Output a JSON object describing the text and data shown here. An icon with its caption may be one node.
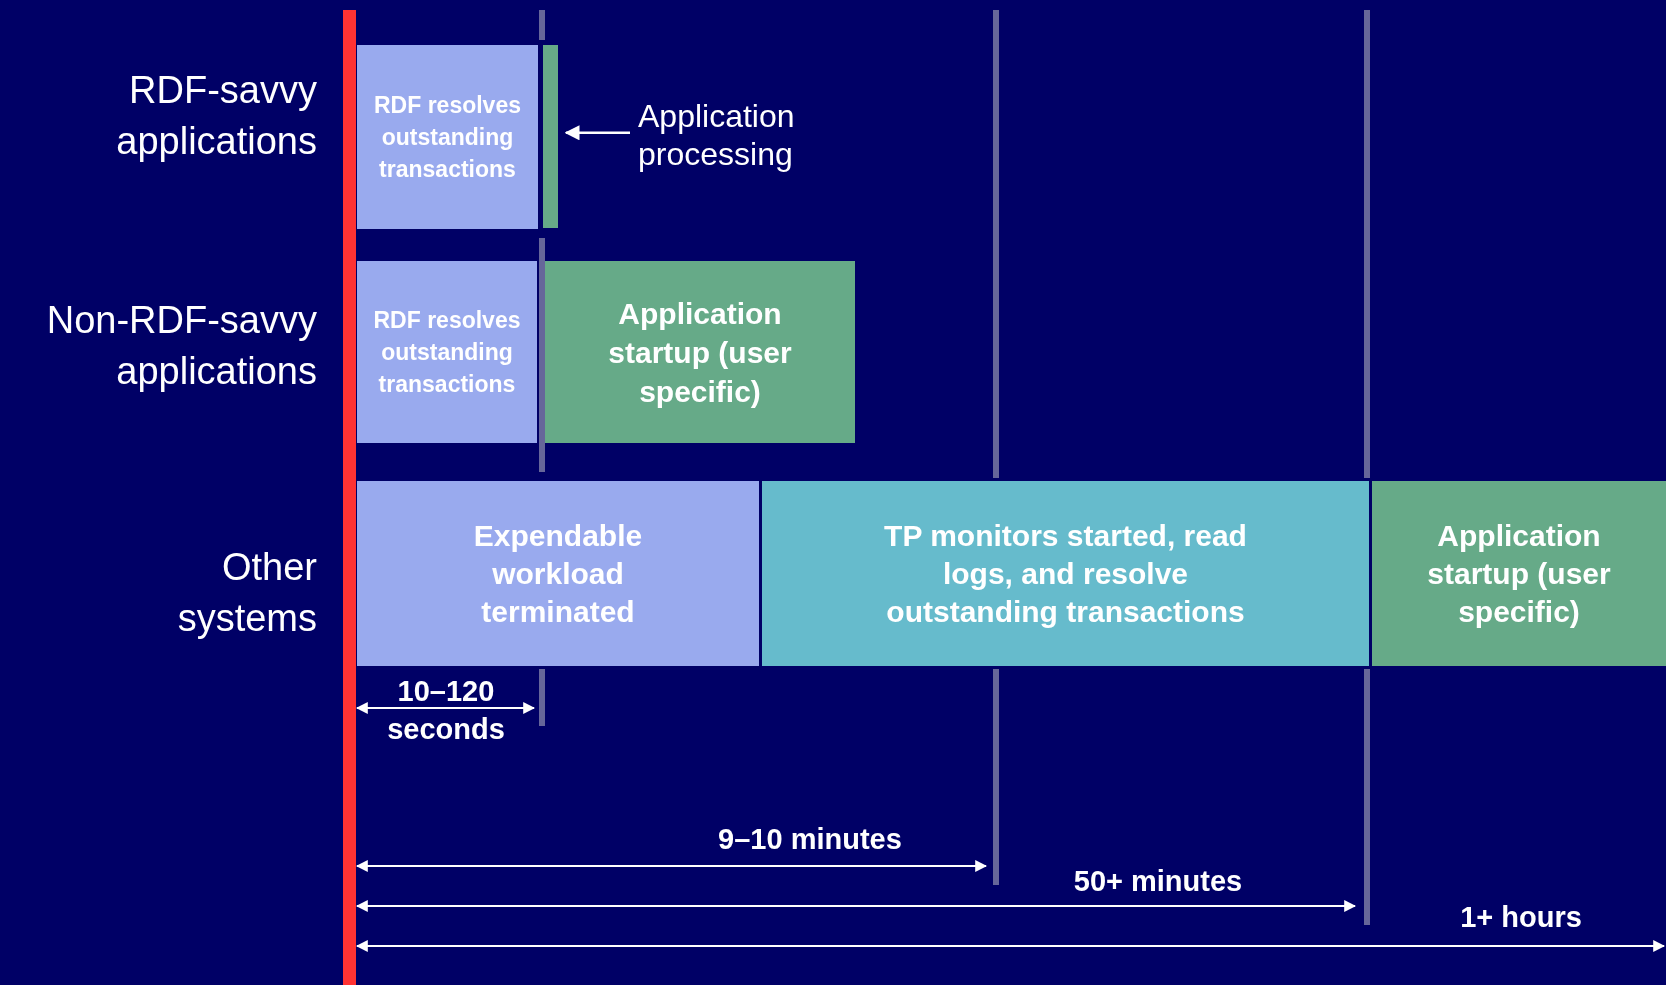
{
  "diagram": {
    "nodes": [
      {
        "text": [
          "RDF resolves outstanding transactions"
        ]
      },
      {
        "text": [],
        "shape": "bar"
      },
      {
        "text": [
          "Application processing"
        ]
      },
      {
        "text": [
          "RDF resolves outstanding transactions"
        ]
      },
      {
        "text": [
          "Application startup (user specific)"
        ]
      },
      {
        "text": [
          "Expendable workload terminated"
        ]
      },
      {
        "text": [
          "TP monitors started, read logs, and resolve outstanding transactions"
        ]
      },
      {
        "text": [
          "Application startup (user specific)"
        ]
      }
    ],
    "edges": [
      {
        "from": 2,
        "to": 1,
        "arrow": "to"
      }
    ],
    "labels": [
      "RDF-savvy applications",
      "Non-RDF-savvy applications",
      "Other systems",
      "10–120 seconds",
      "9–10 minutes",
      "50+ minutes",
      "1+ hours"
    ]
  }
}
